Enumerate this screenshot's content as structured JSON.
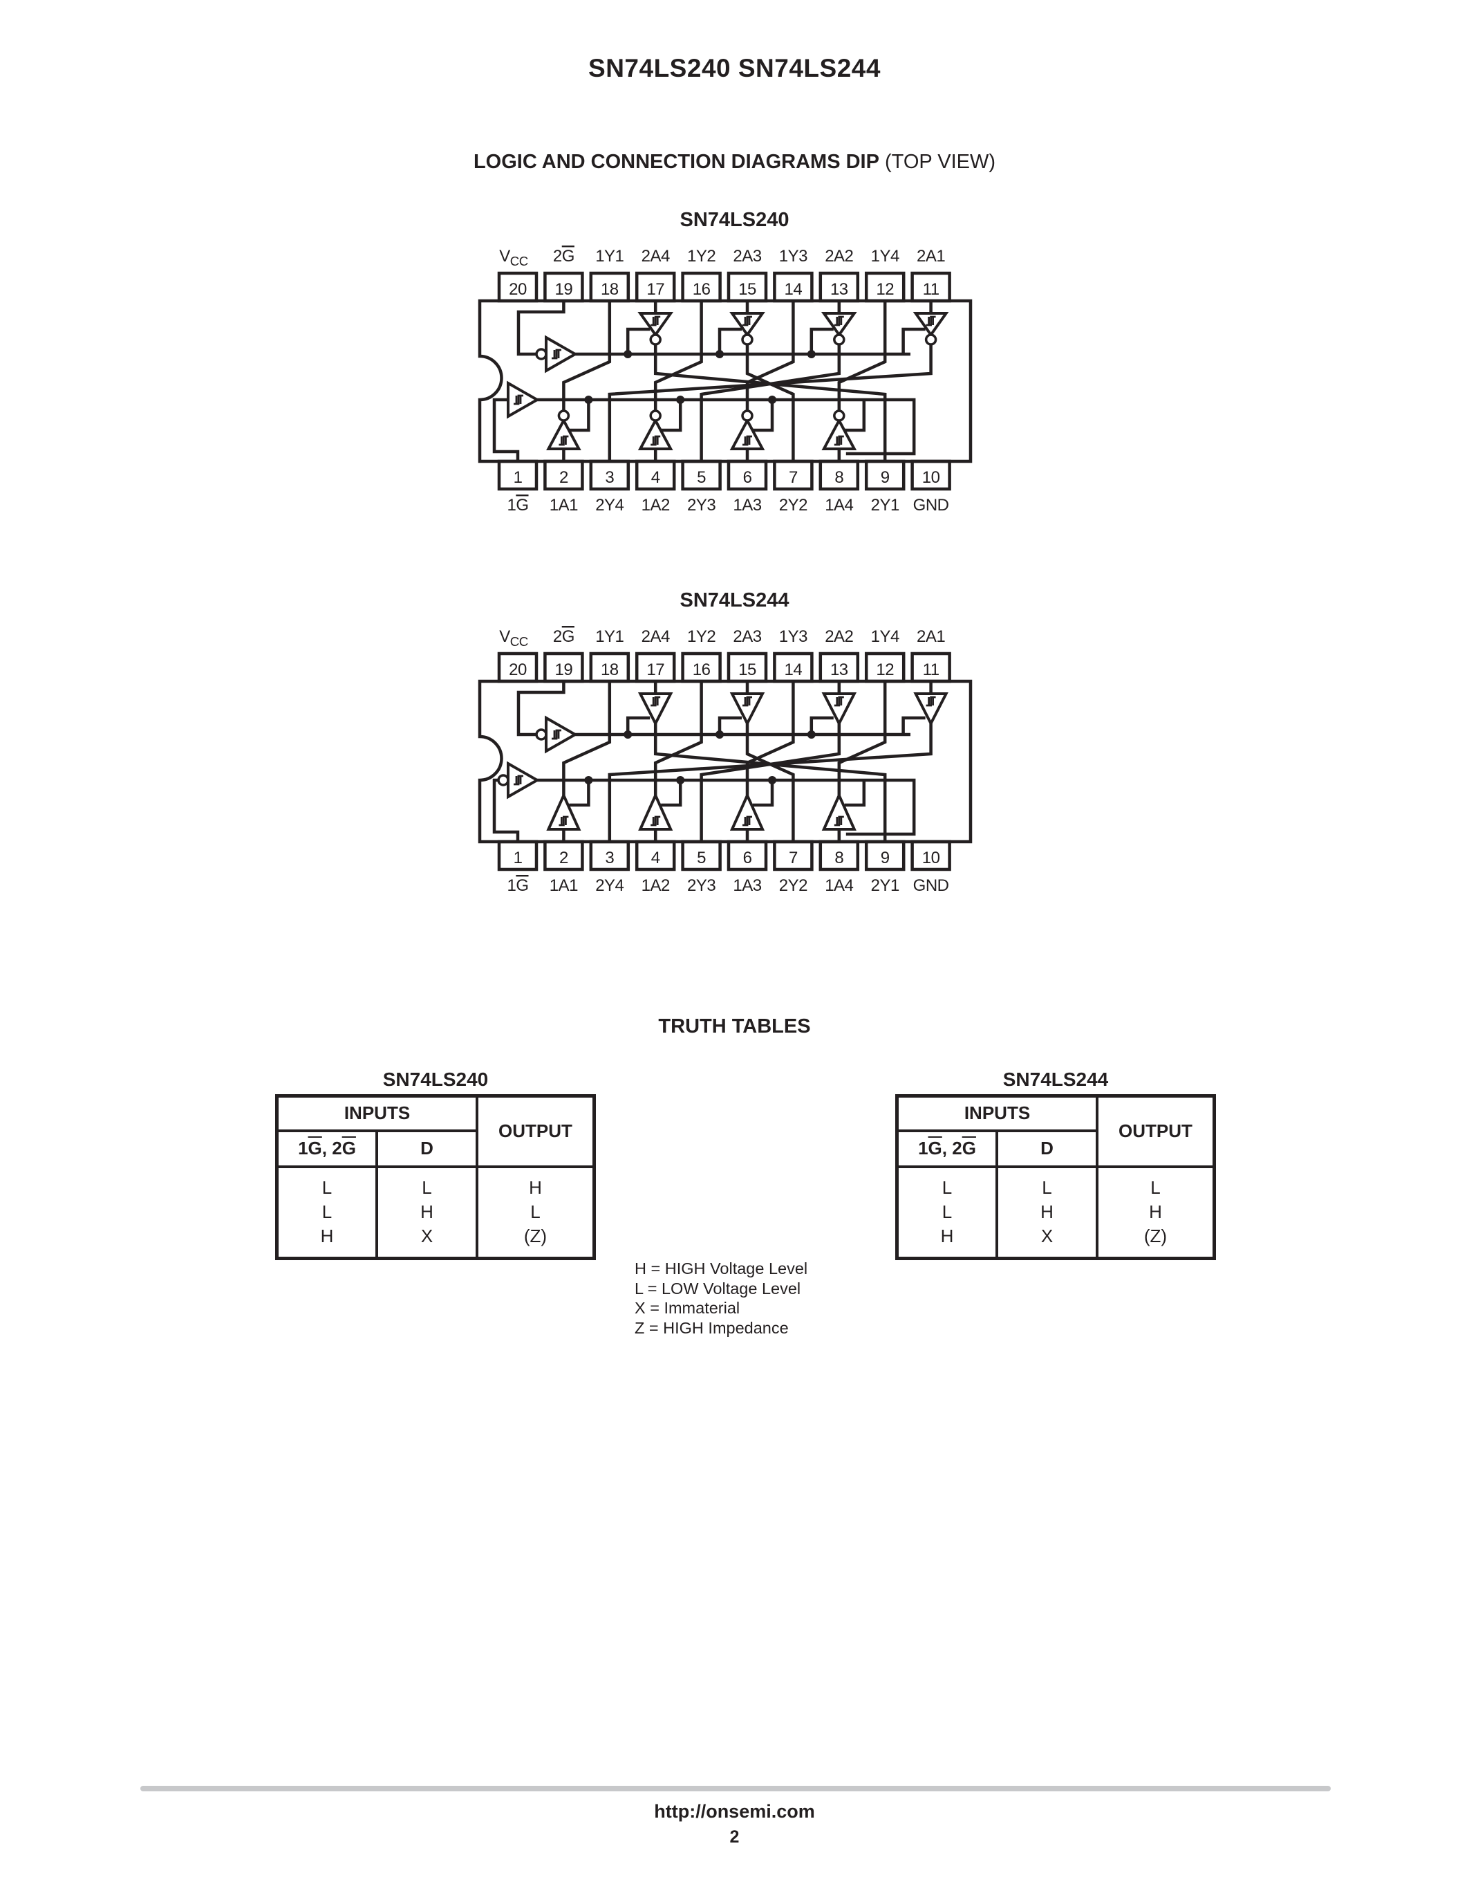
{
  "header": {
    "title": "SN74LS240 SN74LS244"
  },
  "logic_section": {
    "title_bold": "LOGIC AND CONNECTION DIAGRAMS DIP",
    "title_plain": " (TOP VIEW)"
  },
  "diagrams": [
    {
      "name": "SN74LS240",
      "inverting_outputs": true,
      "enable1_bubble": false,
      "top_pins": [
        {
          "num": "20",
          "label": "VCC"
        },
        {
          "num": "19",
          "label": "2G",
          "overbar": true
        },
        {
          "num": "18",
          "label": "1Y1"
        },
        {
          "num": "17",
          "label": "2A4"
        },
        {
          "num": "16",
          "label": "1Y2"
        },
        {
          "num": "15",
          "label": "2A3"
        },
        {
          "num": "14",
          "label": "1Y3"
        },
        {
          "num": "13",
          "label": "2A2"
        },
        {
          "num": "12",
          "label": "1Y4"
        },
        {
          "num": "11",
          "label": "2A1"
        }
      ],
      "bottom_pins": [
        {
          "num": "1",
          "label": "1G",
          "overbar": true
        },
        {
          "num": "2",
          "label": "1A1"
        },
        {
          "num": "3",
          "label": "2Y4"
        },
        {
          "num": "4",
          "label": "1A2"
        },
        {
          "num": "5",
          "label": "2Y3"
        },
        {
          "num": "6",
          "label": "1A3"
        },
        {
          "num": "7",
          "label": "2Y2"
        },
        {
          "num": "8",
          "label": "1A4"
        },
        {
          "num": "9",
          "label": "2Y1"
        },
        {
          "num": "10",
          "label": "GND"
        }
      ]
    },
    {
      "name": "SN74LS244",
      "inverting_outputs": false,
      "enable1_bubble": true,
      "top_pins": [
        {
          "num": "20",
          "label": "VCC"
        },
        {
          "num": "19",
          "label": "2G",
          "overbar": true
        },
        {
          "num": "18",
          "label": "1Y1"
        },
        {
          "num": "17",
          "label": "2A4"
        },
        {
          "num": "16",
          "label": "1Y2"
        },
        {
          "num": "15",
          "label": "2A3"
        },
        {
          "num": "14",
          "label": "1Y3"
        },
        {
          "num": "13",
          "label": "2A2"
        },
        {
          "num": "12",
          "label": "1Y4"
        },
        {
          "num": "11",
          "label": "2A1"
        }
      ],
      "bottom_pins": [
        {
          "num": "1",
          "label": "1G",
          "overbar": true
        },
        {
          "num": "2",
          "label": "1A1"
        },
        {
          "num": "3",
          "label": "2Y4"
        },
        {
          "num": "4",
          "label": "1A2"
        },
        {
          "num": "5",
          "label": "2Y3"
        },
        {
          "num": "6",
          "label": "1A3"
        },
        {
          "num": "7",
          "label": "2Y2"
        },
        {
          "num": "8",
          "label": "1A4"
        },
        {
          "num": "9",
          "label": "2Y1"
        },
        {
          "num": "10",
          "label": "GND"
        }
      ]
    }
  ],
  "truth_section": {
    "title": "TRUTH TABLES"
  },
  "truth_tables": [
    {
      "name": "SN74LS240",
      "header_inputs": "INPUTS",
      "header_output": "OUTPUT",
      "col_enable_pre1": "1",
      "col_enable_g1": "G",
      "col_enable_mid": ", 2",
      "col_enable_g2": "G",
      "col_data": "D",
      "rows": [
        {
          "g": "L",
          "d": "L",
          "out": "H"
        },
        {
          "g": "L",
          "d": "H",
          "out": "L"
        },
        {
          "g": "H",
          "d": "X",
          "out": "(Z)"
        }
      ]
    },
    {
      "name": "SN74LS244",
      "header_inputs": "INPUTS",
      "header_output": "OUTPUT",
      "col_enable_pre1": "1",
      "col_enable_g1": "G",
      "col_enable_mid": ", 2",
      "col_enable_g2": "G",
      "col_data": "D",
      "rows": [
        {
          "g": "L",
          "d": "L",
          "out": "L"
        },
        {
          "g": "L",
          "d": "H",
          "out": "H"
        },
        {
          "g": "H",
          "d": "X",
          "out": "(Z)"
        }
      ]
    }
  ],
  "legend": [
    "H = HIGH Voltage Level",
    "L = LOW Voltage Level",
    "X = Immaterial",
    "Z = HIGH Impedance"
  ],
  "footer": {
    "url": "http://onsemi.com",
    "page_number": "2"
  },
  "colors": {
    "ink": "#231f20",
    "footer_rule": "#c7c8ca"
  }
}
